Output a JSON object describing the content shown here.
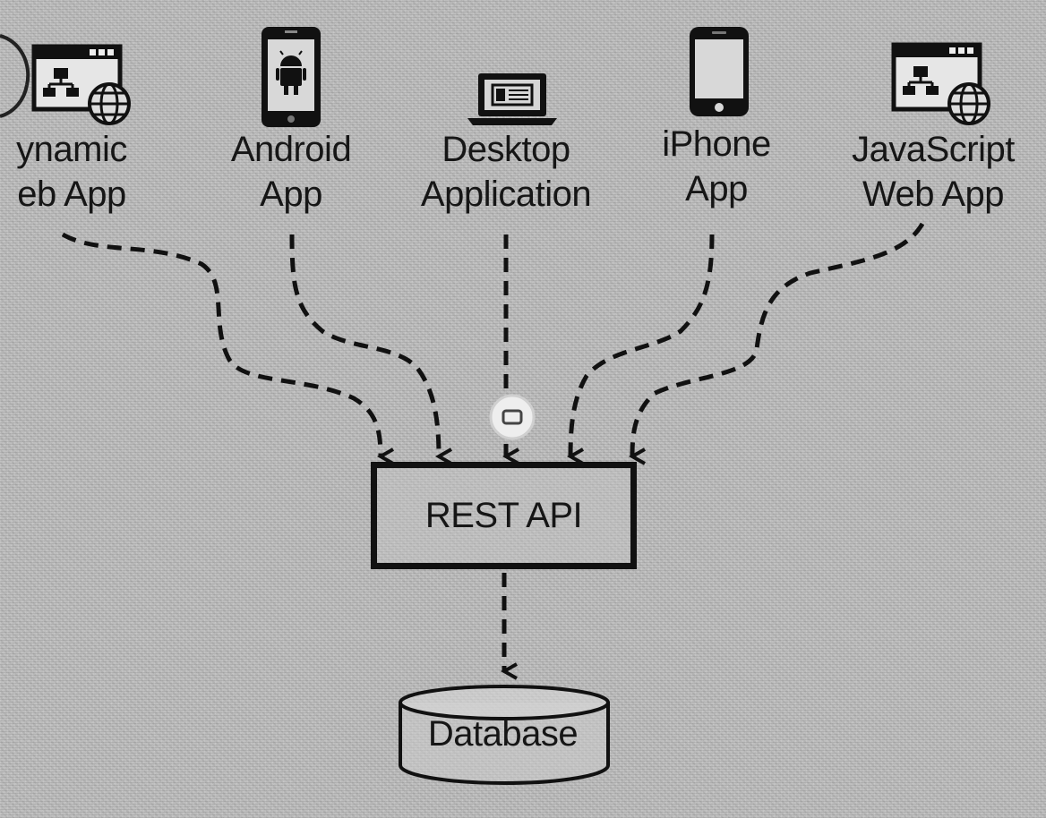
{
  "clients": [
    {
      "line1": "ynamic",
      "line2": "eb App",
      "icon": "web-app-globe-icon"
    },
    {
      "line1": "Android",
      "line2": "App",
      "icon": "android-phone-icon"
    },
    {
      "line1": "Desktop",
      "line2": "Application",
      "icon": "laptop-icon"
    },
    {
      "line1": "iPhone",
      "line2": "App",
      "icon": "iphone-icon"
    },
    {
      "line1": "JavaScript",
      "line2": "Web App",
      "icon": "web-app-globe-icon"
    }
  ],
  "api": {
    "label": "REST API"
  },
  "database": {
    "label": "Database"
  },
  "colors": {
    "stroke": "#111111",
    "background": "#bdbdbd"
  }
}
